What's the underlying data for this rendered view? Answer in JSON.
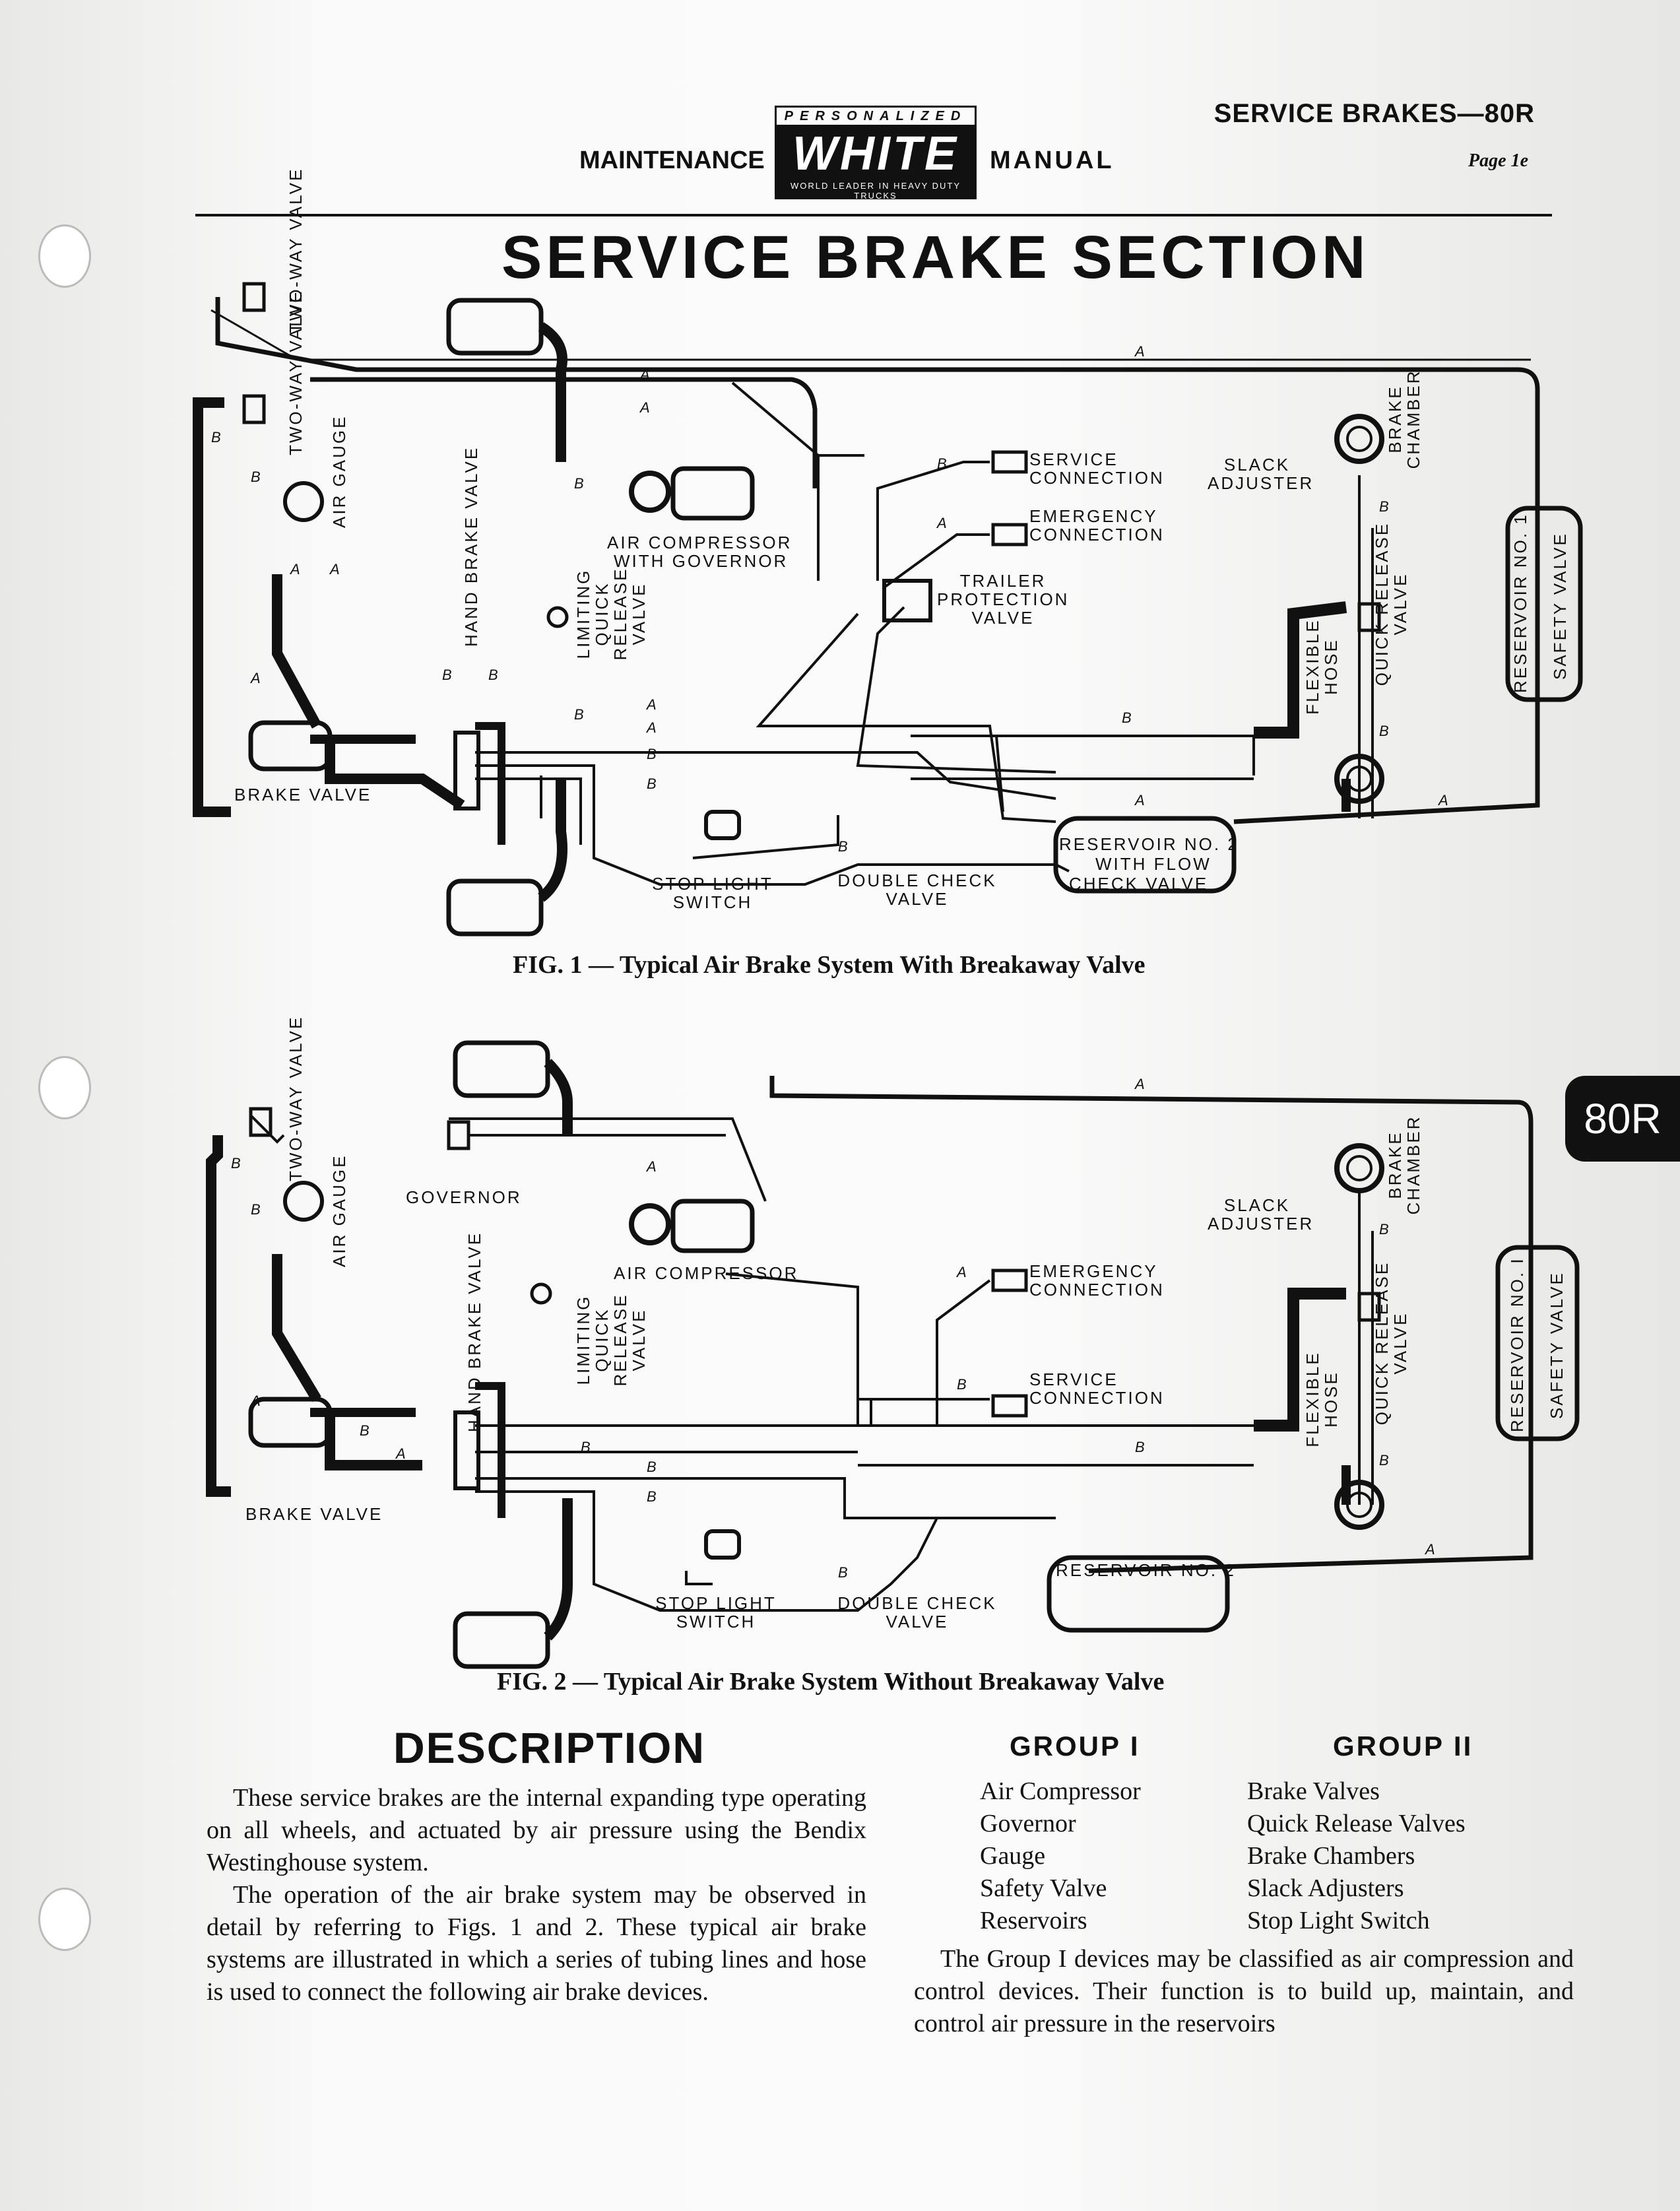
{
  "header": {
    "section": "SERVICE BRAKES—80R",
    "page": "Page 1e",
    "brand_tag": "PERSONALIZED",
    "brand": "WHITE",
    "brand_tagline": "WORLD LEADER IN HEAVY DUTY TRUCKS",
    "left_word": "MAINTENANCE",
    "right_word": "MANUAL"
  },
  "title": "SERVICE BRAKE SECTION",
  "side_tab": "80R",
  "fig1": {
    "caption": "FIG. 1 — Typical Air Brake System With Breakaway Valve",
    "labels": {
      "two_way_valve_1": "TWO-WAY VALVE",
      "two_way_valve_2": "TWO-WAY VALVE",
      "air_gauge": "AIR GAUGE",
      "hand_brake_valve": "HAND BRAKE VALVE",
      "limiting_qr": "LIMITING QUICK RELEASE VALVE",
      "air_compressor": "AIR COMPRESSOR",
      "with_governor": "WITH GOVERNOR",
      "service_connection": "SERVICE CONNECTION",
      "emergency_connection": "EMERGENCY CONNECTION",
      "trailer_protection": "TRAILER PROTECTION VALVE",
      "slack_adjuster": "SLACK ADJUSTER",
      "brake_chamber": "BRAKE CHAMBER",
      "quick_release": "QUICK RELEASE VALVE",
      "flexible_hose": "FLEXIBLE HOSE",
      "reservoir_1": "RESERVOIR NO. 1",
      "safety_valve": "SAFETY VALVE",
      "brake_valve": "BRAKE VALVE",
      "stop_light": "STOP LIGHT SWITCH",
      "double_check": "DOUBLE CHECK VALVE",
      "reservoir_2": "RESERVOIR NO. 2",
      "with_flow": "WITH FLOW",
      "check_valve": "CHECK VALVE"
    }
  },
  "fig2": {
    "caption": "FIG. 2 — Typical Air Brake System Without Breakaway Valve",
    "labels": {
      "two_way_valve": "TWO-WAY VALVE",
      "governor": "GOVERNOR",
      "air_gauge": "AIR GAUGE",
      "hand_brake_valve": "HAND BRAKE VALVE",
      "limiting_qr": "LIMITING QUICK RELEASE VALVE",
      "air_compressor": "AIR COMPRESSOR",
      "emergency_connection": "EMERGENCY CONNECTION",
      "service_connection": "SERVICE CONNECTION",
      "slack_adjuster": "SLACK ADJUSTER",
      "brake_chamber": "BRAKE CHAMBER",
      "quick_release": "QUICK RELEASE VALVE",
      "flexible_hose": "FLEXIBLE HOSE",
      "reservoir_1": "RESERVOIR NO. I",
      "safety_valve": "SAFETY VALVE",
      "brake_valve": "BRAKE VALVE",
      "stop_light": "STOP LIGHT SWITCH",
      "double_check": "DOUBLE CHECK VALVE",
      "reservoir_2": "RESERVOIR NO. 2"
    }
  },
  "line_tags": {
    "a": "A",
    "b": "B"
  },
  "description": {
    "heading": "DESCRIPTION",
    "p1": "These service brakes are the internal expanding type operating on all wheels, and actuated by air pressure using the Bendix Westinghouse system.",
    "p2": "The operation of the air brake system may be observed in detail by referring to Figs. 1 and 2. These typical air brake systems are illustrated in which a series of tubing lines and hose is used to connect the following air brake devices."
  },
  "groups": {
    "group1_title": "GROUP I",
    "group2_title": "GROUP II",
    "group1": [
      "Air Compressor",
      "Governor",
      "Gauge",
      "Safety Valve",
      "Reservoirs"
    ],
    "group2": [
      "Brake Valves",
      "Quick Release Valves",
      "Brake Chambers",
      "Slack Adjusters",
      "Stop Light Switch"
    ],
    "p3": "The Group I devices may be classified as air compression and control devices. Their function is to build up, maintain, and control air pressure in the reservoirs"
  }
}
